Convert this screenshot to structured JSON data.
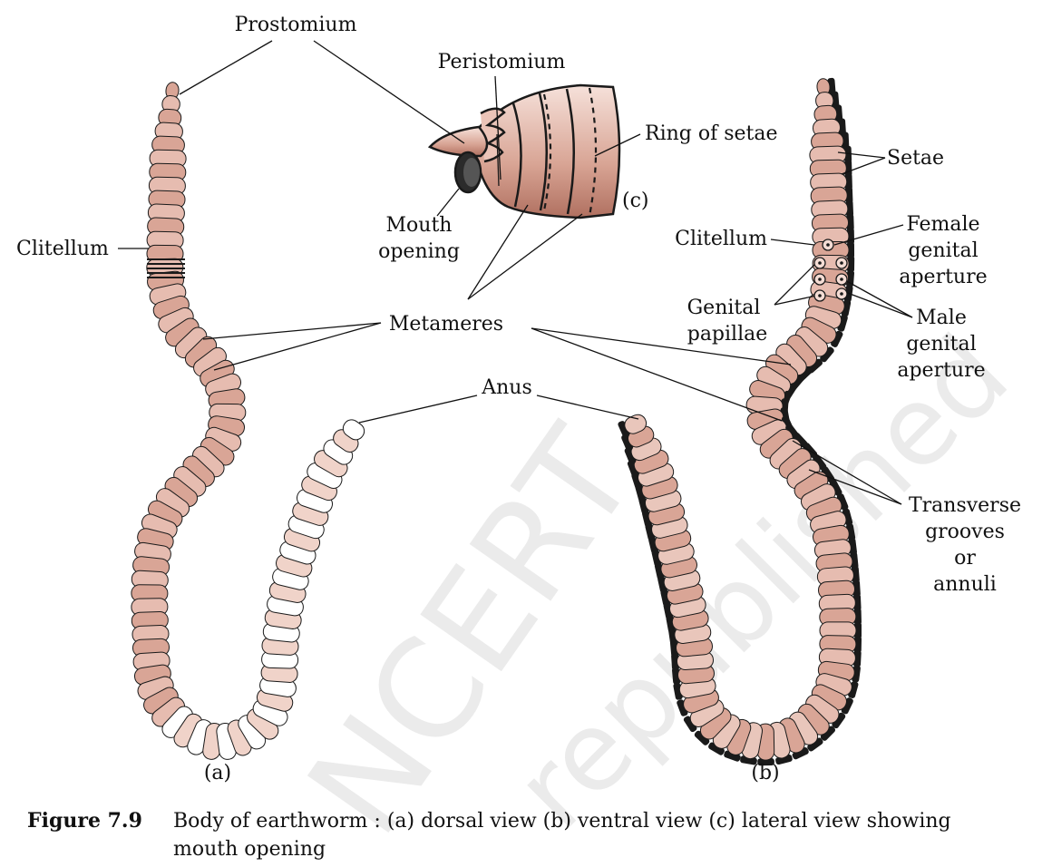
{
  "labels": {
    "prostomium": "Prostomium",
    "peristomium": "Peristomium",
    "ring_of_setae": "Ring of setae",
    "mouth_opening": [
      "Mouth",
      "opening"
    ],
    "view_c": "(c)",
    "clitellum_a": "Clitellum",
    "metameres": "Metameres",
    "anus": "Anus",
    "setae": "Setae",
    "clitellum_b": "Clitellum",
    "female_genital_aperture": [
      "Female",
      "genital",
      "aperture"
    ],
    "genital_papillae": [
      "Genital",
      "papillae"
    ],
    "male_genital_aperture": [
      "Male",
      "genital",
      "aperture"
    ],
    "transverse_grooves": [
      "Transverse",
      "grooves",
      "or",
      "annuli"
    ],
    "view_a": "(a)",
    "view_b": "(b)"
  },
  "caption": {
    "figure_label": "Figure 7.9",
    "text": "Body of earthworm : (a) dorsal view (b) ventral view (c) lateral view showing mouth opening"
  },
  "watermark": [
    "NCERT",
    "republished"
  ],
  "colors": {
    "segment_light": "#f3d9d0",
    "segment_mid": "#d9a596",
    "segment_dark": "#9e5a4c",
    "outline": "#1a1a1a"
  }
}
